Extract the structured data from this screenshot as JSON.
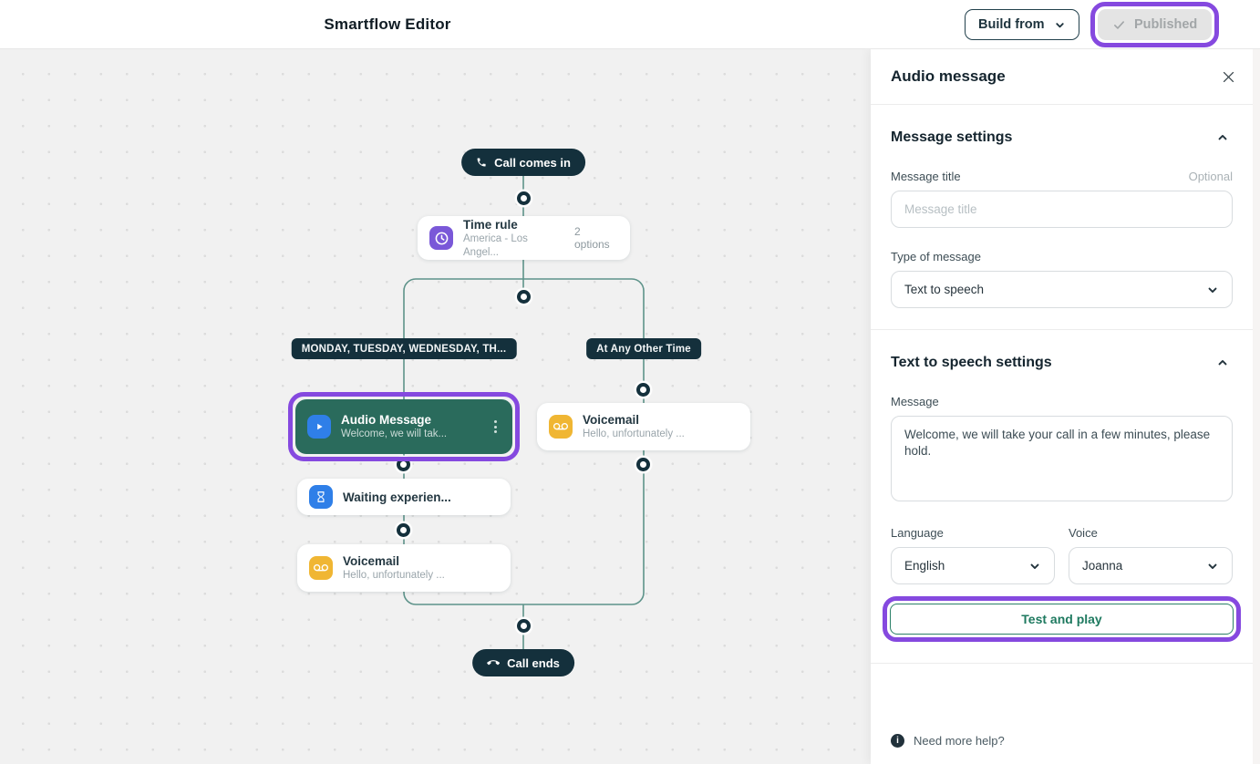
{
  "header": {
    "title": "Smartflow Editor",
    "build_from": "Build from",
    "published": "Published"
  },
  "flow": {
    "start_label": "Call comes in",
    "time_rule": {
      "title": "Time rule",
      "subtitle": "America - Los Angel...",
      "options": "2 options"
    },
    "branch_weekdays": "MONDAY, TUESDAY, WEDNESDAY, TH...",
    "branch_other": "At Any Other Time",
    "audio": {
      "title": "Audio Message",
      "subtitle": "Welcome, we will tak..."
    },
    "waiting": {
      "title": "Waiting experien..."
    },
    "voicemail_left": {
      "title": "Voicemail",
      "subtitle": "Hello, unfortunately ..."
    },
    "voicemail_right": {
      "title": "Voicemail",
      "subtitle": "Hello, unfortunately ..."
    },
    "end_label": "Call ends"
  },
  "panel": {
    "title": "Audio message",
    "message_settings": {
      "heading": "Message settings",
      "title_label": "Message title",
      "optional": "Optional",
      "title_placeholder": "Message title",
      "type_label": "Type of message",
      "type_value": "Text to speech"
    },
    "tts": {
      "heading": "Text to speech settings",
      "message_label": "Message",
      "message_value": "Welcome, we will take your call in a few minutes, please hold.",
      "language_label": "Language",
      "language_value": "English",
      "voice_label": "Voice",
      "voice_value": "Joanna",
      "test_button": "Test and play"
    },
    "help": "Need more help?"
  },
  "icons": {
    "phone": "phone-handset",
    "hangup": "phone-hangup",
    "clock": "clock-face",
    "play": "play-triangle",
    "hourglass": "hourglass",
    "voicemail": "voicemail-reels",
    "check": "checkmark",
    "chevron_down": "chevron-down",
    "chevron_up": "chevron-up",
    "close": "x-cross",
    "info": "info-circle",
    "kebab": "three-dots-vertical"
  },
  "colors": {
    "annotation_purple": "#8549df",
    "node_dark": "#14303c",
    "selected_node_green": "#2a6b5c",
    "edge_teal": "#5e938a",
    "icon_blue": "#2f7fe8",
    "icon_purple": "#7a58d8",
    "icon_amber": "#f0b633",
    "test_button_teal": "#1f7a60",
    "disabled_gray": "#e4e4e4"
  }
}
